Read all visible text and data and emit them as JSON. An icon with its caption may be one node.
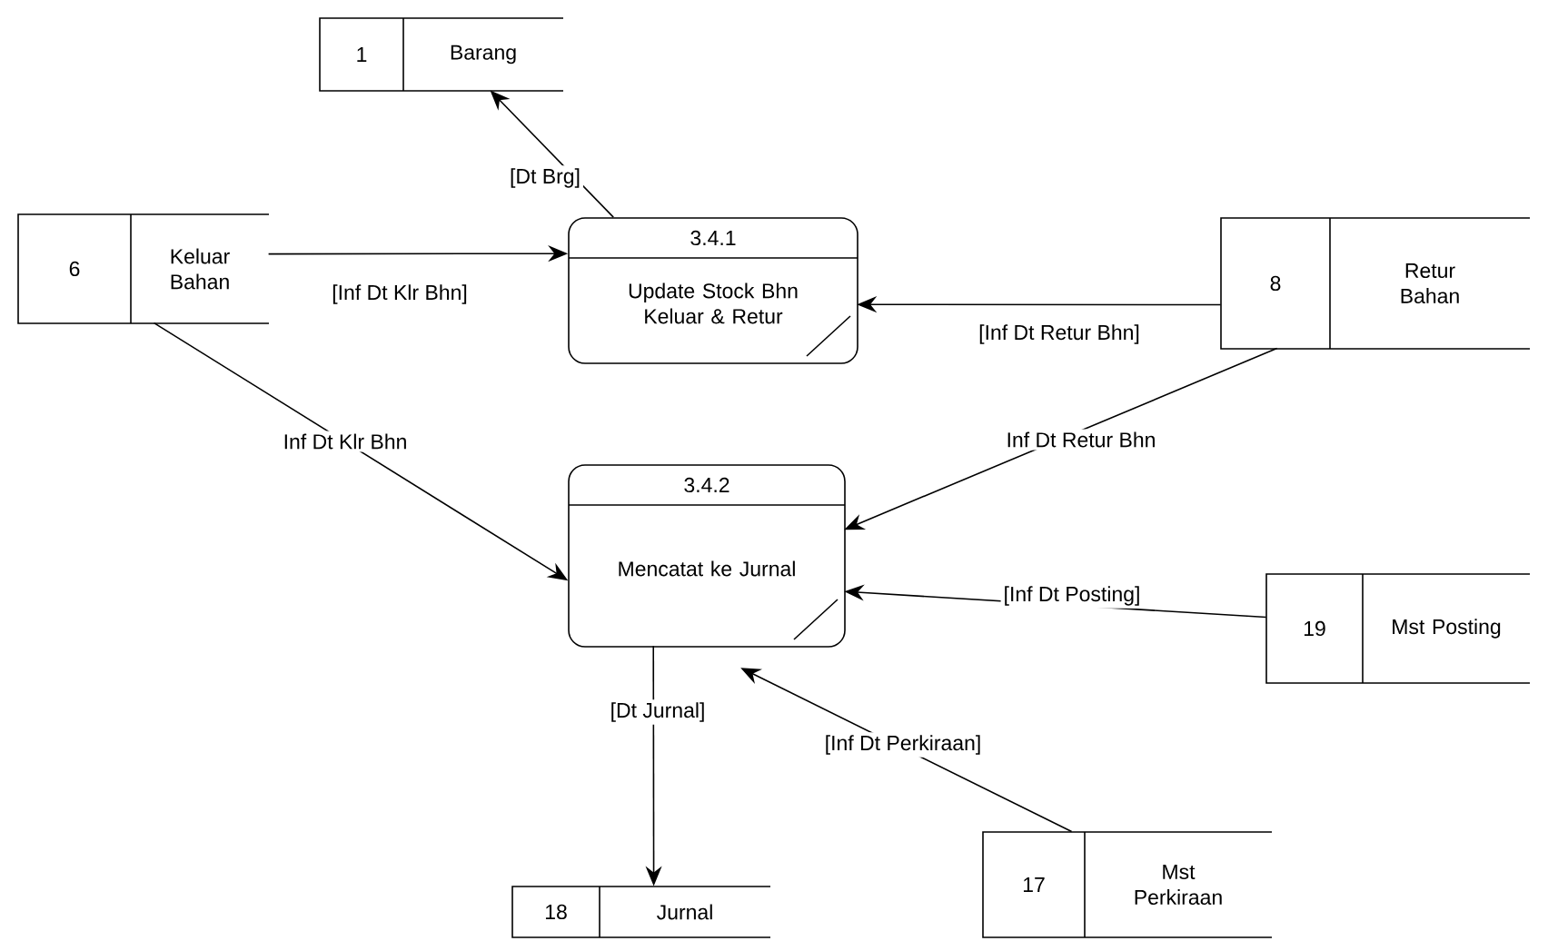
{
  "diagram": {
    "nodes": [
      {
        "text": [
          "1",
          "Barang"
        ]
      },
      {
        "text": [
          "6",
          "Keluar Bahan"
        ]
      },
      {
        "text": [
          "3.4.1",
          "Update Stock Bhn Keluar & Retur"
        ]
      },
      {
        "text": [
          "8",
          "Retur Bahan"
        ]
      },
      {
        "text": [
          "3.4.2",
          "Mencatat ke Jurnal"
        ]
      },
      {
        "text": [
          "19",
          "Mst Posting"
        ]
      },
      {
        "text": [
          "18",
          "Jurnal"
        ]
      },
      {
        "text": [
          "17",
          "Mst Perkiraan"
        ]
      }
    ],
    "edges": [
      {
        "from": 2,
        "to": 0,
        "arrow": "to",
        "label": "[Dt Brg]"
      },
      {
        "from": 1,
        "to": 2,
        "arrow": "to",
        "label": "[Inf Dt Klr Bhn]"
      },
      {
        "from": 3,
        "to": 2,
        "arrow": "to",
        "label": "[Inf Dt Retur Bhn]"
      },
      {
        "from": 1,
        "to": 4,
        "arrow": "to",
        "label": "Inf Dt Klr Bhn"
      },
      {
        "from": 3,
        "to": 4,
        "arrow": "to",
        "label": "Inf Dt Retur Bhn"
      },
      {
        "from": 5,
        "to": 4,
        "arrow": "to",
        "label": "[Inf Dt Posting]"
      },
      {
        "from": 4,
        "to": 6,
        "arrow": "to",
        "label": "[Dt Jurnal]"
      },
      {
        "from": 7,
        "to": 4,
        "arrow": "to",
        "label": "[Inf Dt Perkiraan]"
      }
    ]
  }
}
